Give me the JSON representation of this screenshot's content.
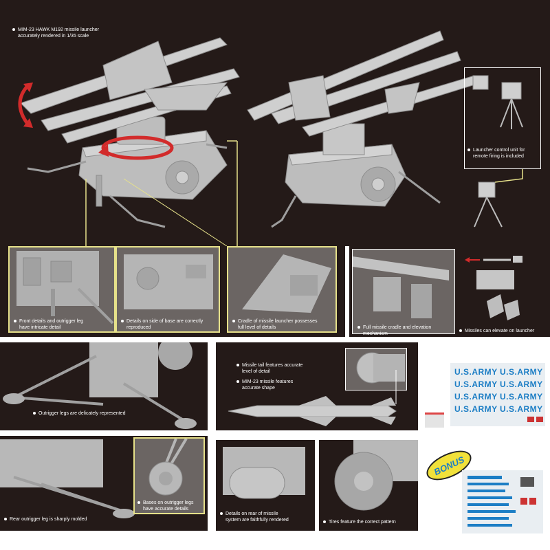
{
  "colors": {
    "panel_bg": "#241a18",
    "model_gray": "#b9b9b9",
    "highlight_frame": "#e6e18a",
    "arrow_red": "#d22b2b",
    "decal_blue": "#1c7ec5",
    "bonus_yellow": "#f1e13a"
  },
  "top": {
    "title_line1": "MIM-23 HAWK M192 missile launcher",
    "title_line2": "accurately rendered in 1/35 scale",
    "control_unit_line1": "Launcher control unit for",
    "control_unit_line2": "remote firing is included"
  },
  "details": {
    "front_line1": "Front details and outrigger leg",
    "front_line2": "have intricate detail",
    "side_line1": "Details on side of base are correctly",
    "side_line2": "reproduced",
    "cradle_line1": "Cradle of missile launcher possesses",
    "cradle_line2": "full level of details",
    "elevation_line1": "Full missile cradle and elevation",
    "elevation_line2": "mechanism",
    "elevate_line1": "Missiles can elevate on launcher"
  },
  "mid": {
    "outrigger_line1": "Outrigger legs are delicately represented",
    "tail_line1": "Missile tail features accurate",
    "tail_line2": "level of detail",
    "shape_line1": "MIM-23 missile features",
    "shape_line2": "accurate shape"
  },
  "bottom": {
    "rear_leg_line1": "Rear outrigger leg is sharply molded",
    "bases_line1": "Bases on outrigger legs",
    "bases_line2": "have accurate details",
    "rear_sys_line1": "Details on rear of missile",
    "rear_sys_line2": "system are faithfully rendered",
    "tires_line1": "Tires feature the correct pattern"
  },
  "decals": {
    "sheet_text": "U.S.ARMY",
    "bonus": "BONUS"
  },
  "icons": [
    "red-rotation-arrow",
    "missile-launcher-model",
    "control-unit-model",
    "bonus-badge"
  ]
}
